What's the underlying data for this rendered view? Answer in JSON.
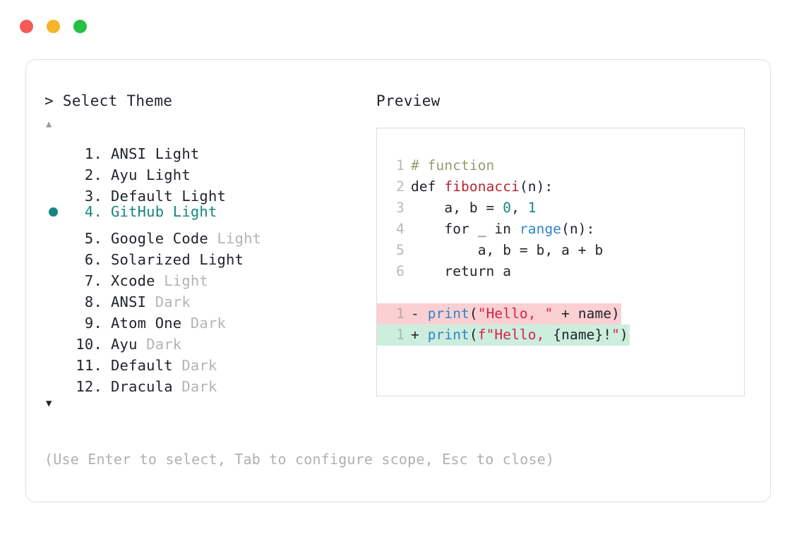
{
  "window": {
    "traffic_lights": [
      {
        "name": "close",
        "color": "#f45b56"
      },
      {
        "name": "minimize",
        "color": "#f5b429"
      },
      {
        "name": "maximize",
        "color": "#26bf42"
      }
    ]
  },
  "prompt": {
    "heading": "> Select Theme",
    "scroll_up_icon": "▲",
    "scroll_down_icon": "▼",
    "selected_index": 4,
    "selected_bullet": "●",
    "selected_color": "#17867f",
    "items": [
      {
        "index": "1.",
        "name": "ANSI",
        "variant": "Light",
        "variant_muted": false,
        "selected": false
      },
      {
        "index": "2.",
        "name": "Ayu",
        "variant": "Light",
        "variant_muted": false,
        "selected": false
      },
      {
        "index": "3.",
        "name": "Default",
        "variant": "Light",
        "variant_muted": false,
        "selected": false
      },
      {
        "index": "4.",
        "name": "GitHub",
        "variant": "Light",
        "variant_muted": false,
        "selected": true
      },
      {
        "index": "5.",
        "name": "Google Code",
        "variant": "Light",
        "variant_muted": true,
        "selected": false
      },
      {
        "index": "6.",
        "name": "Solarized",
        "variant": "Light",
        "variant_muted": false,
        "selected": false
      },
      {
        "index": "7.",
        "name": "Xcode",
        "variant": "Light",
        "variant_muted": true,
        "selected": false
      },
      {
        "index": "8.",
        "name": "ANSI",
        "variant": "Dark",
        "variant_muted": true,
        "selected": false
      },
      {
        "index": "9.",
        "name": "Atom One",
        "variant": "Dark",
        "variant_muted": true,
        "selected": false
      },
      {
        "index": "10.",
        "name": "Ayu",
        "variant": "Dark",
        "variant_muted": true,
        "selected": false
      },
      {
        "index": "11.",
        "name": "Default",
        "variant": "Dark",
        "variant_muted": true,
        "selected": false
      },
      {
        "index": "12.",
        "name": "Dracula",
        "variant": "Dark",
        "variant_muted": true,
        "selected": false
      }
    ]
  },
  "preview": {
    "heading": "Preview",
    "code_lines": [
      {
        "n": "1",
        "tokens": [
          {
            "t": "# function",
            "c": "comment"
          }
        ]
      },
      {
        "n": "2",
        "tokens": [
          {
            "t": "def ",
            "c": "kw"
          },
          {
            "t": "fibonacci",
            "c": "fn"
          },
          {
            "t": "(n):",
            "c": "plain"
          }
        ]
      },
      {
        "n": "3",
        "tokens": [
          {
            "t": "    a, b = ",
            "c": "plain"
          },
          {
            "t": "0",
            "c": "num"
          },
          {
            "t": ", ",
            "c": "plain"
          },
          {
            "t": "1",
            "c": "num"
          }
        ]
      },
      {
        "n": "4",
        "tokens": [
          {
            "t": "    for _ in ",
            "c": "plain"
          },
          {
            "t": "range",
            "c": "builtin"
          },
          {
            "t": "(n):",
            "c": "plain"
          }
        ]
      },
      {
        "n": "5",
        "tokens": [
          {
            "t": "        a, b = b, a + b",
            "c": "plain"
          }
        ]
      },
      {
        "n": "6",
        "tokens": [
          {
            "t": "    return a",
            "c": "plain"
          }
        ]
      }
    ],
    "diff_lines": [
      {
        "n": "1",
        "kind": "minus",
        "sign": "-",
        "bg": "#fbd0d2",
        "tokens": [
          {
            "t": "print",
            "c": "builtin"
          },
          {
            "t": "(",
            "c": "plain"
          },
          {
            "t": "\"Hello, \"",
            "c": "str"
          },
          {
            "t": " + name)",
            "c": "plain"
          }
        ]
      },
      {
        "n": "1",
        "kind": "plus",
        "sign": "+",
        "bg": "#cdeddd",
        "tokens": [
          {
            "t": "print",
            "c": "builtin"
          },
          {
            "t": "(",
            "c": "plain"
          },
          {
            "t": "f\"Hello, ",
            "c": "str"
          },
          {
            "t": "{name}",
            "c": "plain"
          },
          {
            "t": "!",
            "c": "plain"
          },
          {
            "t": "\"",
            "c": "str"
          },
          {
            "t": ")",
            "c": "plain"
          }
        ]
      }
    ]
  },
  "footer": {
    "hint": "(Use Enter to select, Tab to configure scope, Esc to close)"
  }
}
